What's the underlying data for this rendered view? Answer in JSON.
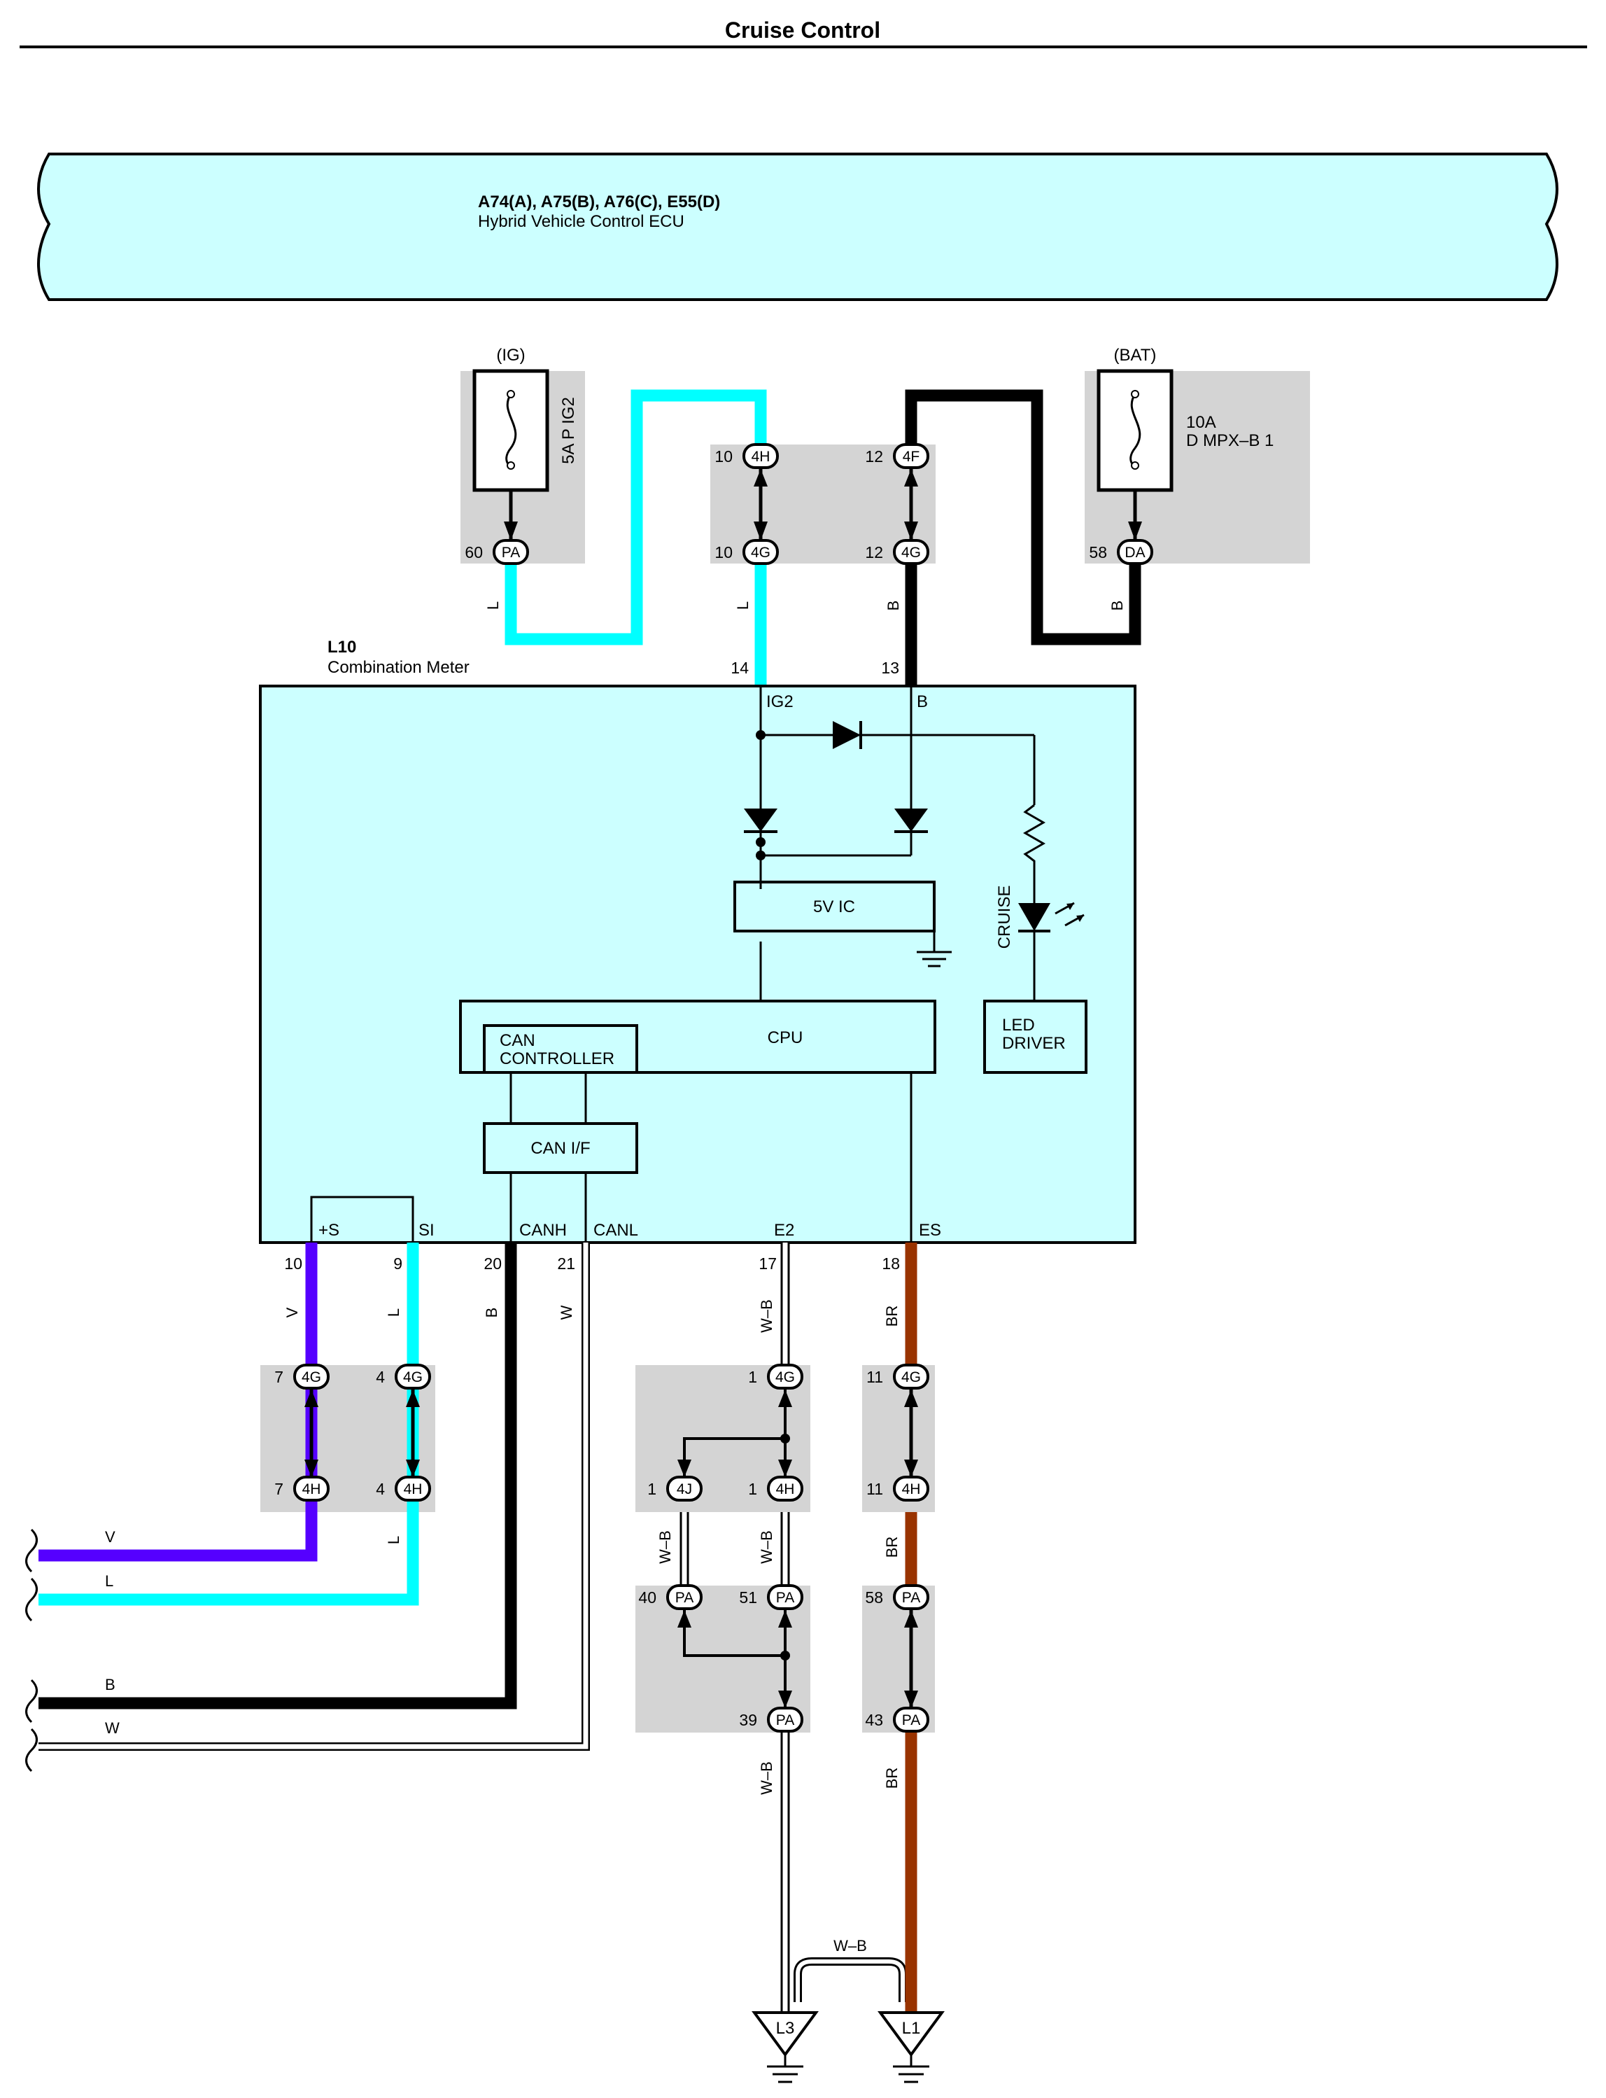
{
  "title": "Cruise Control",
  "ecu": {
    "code": "A74(A), A75(B), A76(C), E55(D)",
    "name": "Hybrid Vehicle Control ECU"
  },
  "fuses": [
    {
      "supply": "(IG)",
      "rating": "",
      "name": "5A P IG2"
    },
    {
      "supply": "(BAT)",
      "rating": "10A",
      "name": "D MPX–B 1"
    }
  ],
  "meter": {
    "code": "L10",
    "name": "Combination Meter",
    "terminals": [
      "IG2",
      "B",
      "+S",
      "SI",
      "CANH",
      "CANL",
      "E2",
      "ES"
    ],
    "pins": [
      "14",
      "13",
      "10",
      "9",
      "20",
      "21",
      "17",
      "18"
    ],
    "blocks": {
      "ic": "5V IC",
      "cpu": "CPU",
      "can_controller": [
        "CAN",
        "CONTROLLER"
      ],
      "can_if": "CAN I/F",
      "led_driver": [
        "LED",
        "DRIVER"
      ],
      "indicator": "CRUISE"
    }
  },
  "connectors": [
    {
      "id": "PA",
      "pin": "60"
    },
    {
      "id": "4H",
      "pin": "10"
    },
    {
      "id": "4G",
      "pin": "10"
    },
    {
      "id": "4F",
      "pin": "12"
    },
    {
      "id": "4G",
      "pin": "12"
    },
    {
      "id": "DA",
      "pin": "58"
    },
    {
      "id": "4G",
      "pin": "7"
    },
    {
      "id": "4G",
      "pin": "4"
    },
    {
      "id": "4H",
      "pin": "7"
    },
    {
      "id": "4H",
      "pin": "4"
    },
    {
      "id": "4G",
      "pin": "1"
    },
    {
      "id": "4J",
      "pin": "1"
    },
    {
      "id": "4H",
      "pin": "1"
    },
    {
      "id": "PA",
      "pin": "40"
    },
    {
      "id": "PA",
      "pin": "51"
    },
    {
      "id": "PA",
      "pin": "39"
    },
    {
      "id": "4G",
      "pin": "11"
    },
    {
      "id": "4H",
      "pin": "11"
    },
    {
      "id": "PA",
      "pin": "58"
    },
    {
      "id": "PA",
      "pin": "43"
    }
  ],
  "wire_colors": {
    "V": "#5500ff",
    "L": "#00ffff",
    "B": "#000000",
    "W": "#ffffff",
    "W–B": "#ffffff",
    "BR": "#993300"
  },
  "wire_labels": {
    "l_top_left": "L",
    "l_top_mid": "L",
    "b_top_mid": "B",
    "b_top_right": "B",
    "v": "V",
    "l_left": "L",
    "b_left": "B",
    "w_left": "W",
    "wb_upper": "W–B",
    "br_upper": "BR",
    "l_mid": "L",
    "wb_4j": "W–B",
    "wb_4h": "W–B",
    "br_mid": "BR",
    "wb_lower": "W–B",
    "br_lower": "BR",
    "v_end": "V",
    "l_end": "L",
    "b_end": "B",
    "w_end": "W",
    "wb_jumper": "W–B"
  },
  "grounds": [
    "L3",
    "L1"
  ]
}
